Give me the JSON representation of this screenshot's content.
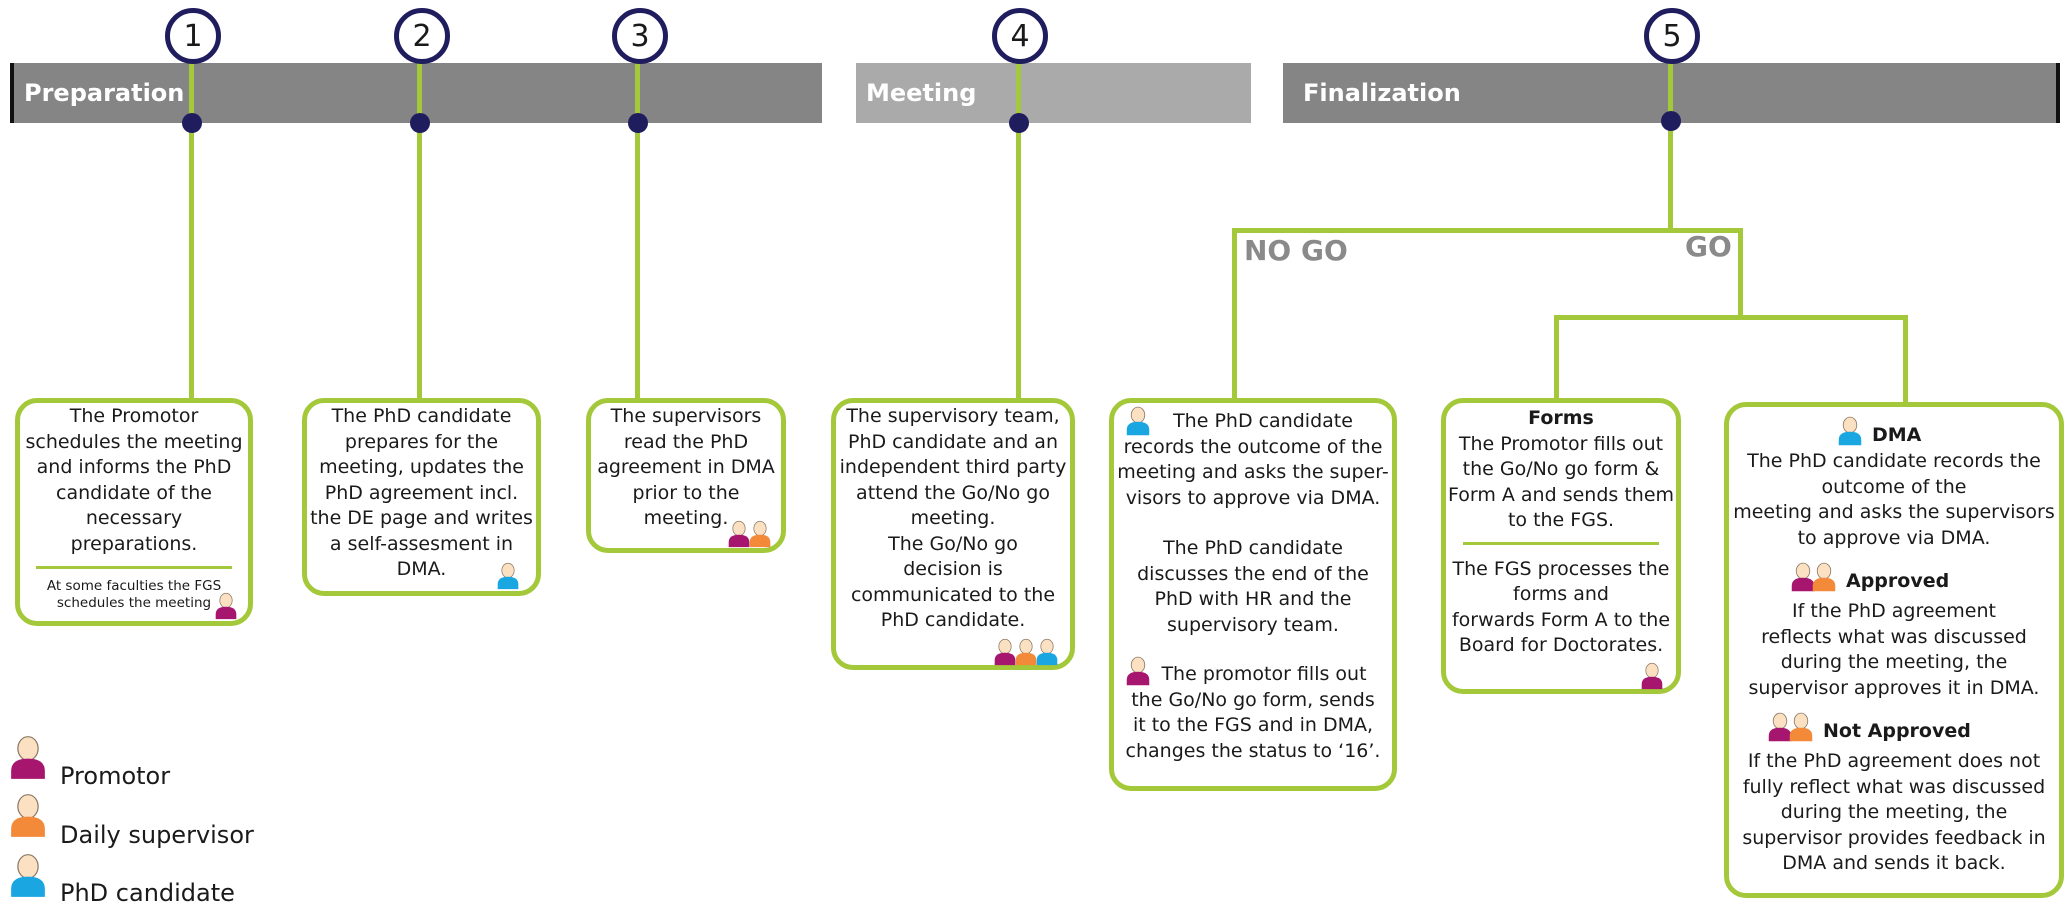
{
  "phases": {
    "preparation": "Preparation",
    "meeting": "Meeting",
    "finalization": "Finalization"
  },
  "steps": [
    "1",
    "2",
    "3",
    "4",
    "5"
  ],
  "branches": {
    "no_go": "NO GO",
    "go": "GO"
  },
  "box1": {
    "line1": "The Promotor",
    "line2": "schedules the meeting",
    "line3": "and informs the PhD",
    "line4": "candidate of the",
    "line5": "necessary preparations.",
    "note1": "At some faculties the FGS",
    "note2": "schedules the meeting"
  },
  "box2": {
    "line1": "The PhD candidate",
    "line2": "prepares for the",
    "line3": "meeting, updates the",
    "line4": "PhD agreement incl.",
    "line5": "the DE page and writes",
    "line6": "a self-assesment in",
    "line7": "DMA."
  },
  "box3": {
    "line1": "The supervisors",
    "line2": "read the PhD",
    "line3": "agreement in DMA",
    "line4": "prior to the",
    "line5": "meeting."
  },
  "box4": {
    "line1": "The supervisory team,",
    "line2": "PhD candidate and an",
    "line3": "independent third party",
    "line4": "attend the Go/No go",
    "line5": "meeting.",
    "line6": "The Go/No go",
    "line7": "decision is",
    "line8": "communicated to the",
    "line9": "PhD candidate."
  },
  "box5": {
    "p1_line1": "The PhD candidate",
    "p1_line2": "records the outcome of the",
    "p1_line3": "meeting and asks the super-",
    "p1_line4": "visors to approve via DMA.",
    "p2_line1": "The PhD candidate",
    "p2_line2": "discusses the end of the",
    "p2_line3": "PhD with HR and the",
    "p2_line4": "supervisory team.",
    "p3_line1": "The promotor fills out",
    "p3_line2": "the Go/No go form, sends",
    "p3_line3": "it to the FGS and in DMA,",
    "p3_line4": "changes the status to ‘16’."
  },
  "box6": {
    "title": "Forms",
    "p1_line1": "The Promotor fills out",
    "p1_line2": "the Go/No go form &",
    "p1_line3": "Form A and sends them",
    "p1_line4": "to the FGS.",
    "p2_line1": "The FGS processes the",
    "p2_line2": "forms and",
    "p2_line3": "forwards Form A to the",
    "p2_line4": "Board for Doctorates."
  },
  "box7": {
    "dma_title": "DMA",
    "dma_line1": "The PhD candidate records the",
    "dma_line2": "outcome of the",
    "dma_line3": "meeting and asks the supervisors",
    "dma_line4": "to approve via DMA.",
    "approved_title": "Approved",
    "approved_line1": "If the PhD agreement",
    "approved_line2": "reflects what was discussed",
    "approved_line3": "during the meeting, the",
    "approved_line4": "supervisor approves it in DMA.",
    "not_title": "Not Approved",
    "not_line1": "If the PhD agreement does not",
    "not_line2": "fully reflect what was discussed",
    "not_line3": "during the meeting, the",
    "not_line4": "supervisor provides feedback in",
    "not_line5": "DMA and sends it back."
  },
  "legend": {
    "promotor": "Promotor",
    "daily_supervisor": "Daily supervisor",
    "phd_candidate": "PhD candidate"
  },
  "colors": {
    "promotor": "#a6166e",
    "daily_supervisor": "#f28a3a",
    "phd_candidate": "#1aa6e0",
    "line": "#a3c839",
    "marker": "#1f1d5e",
    "bar": "#858585"
  }
}
